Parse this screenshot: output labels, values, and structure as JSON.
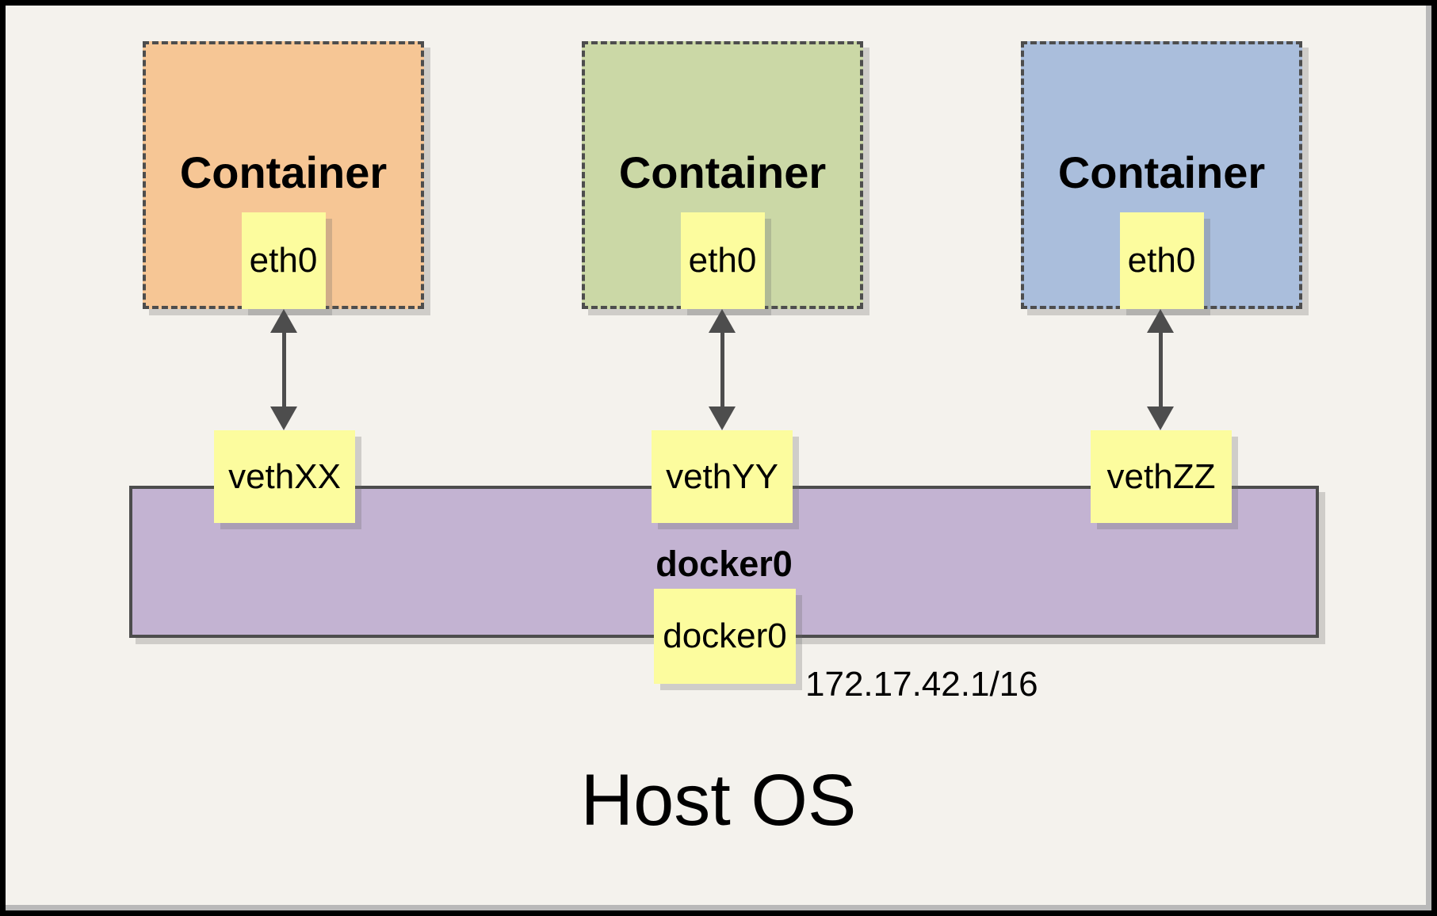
{
  "frame": {
    "background": "#F4F2ED",
    "border_color": "#000000",
    "bevel_color": "#b9b9b9"
  },
  "host": {
    "title": "Host OS"
  },
  "bridge": {
    "name": "docker0",
    "interface_label": "docker0",
    "ip": "172.17.42.1/16",
    "fill": "#C3B3D2"
  },
  "containers": [
    {
      "label": "Container",
      "interface": "eth0",
      "veth": "vethXX",
      "fill": "#F6C695"
    },
    {
      "label": "Container",
      "interface": "eth0",
      "veth": "vethYY",
      "fill": "#CBD8A6"
    },
    {
      "label": "Container",
      "interface": "eth0",
      "veth": "vethZZ",
      "fill": "#AABEDC"
    }
  ],
  "colors": {
    "note_fill": "#FCFC9E",
    "line": "#4d4d4d"
  }
}
